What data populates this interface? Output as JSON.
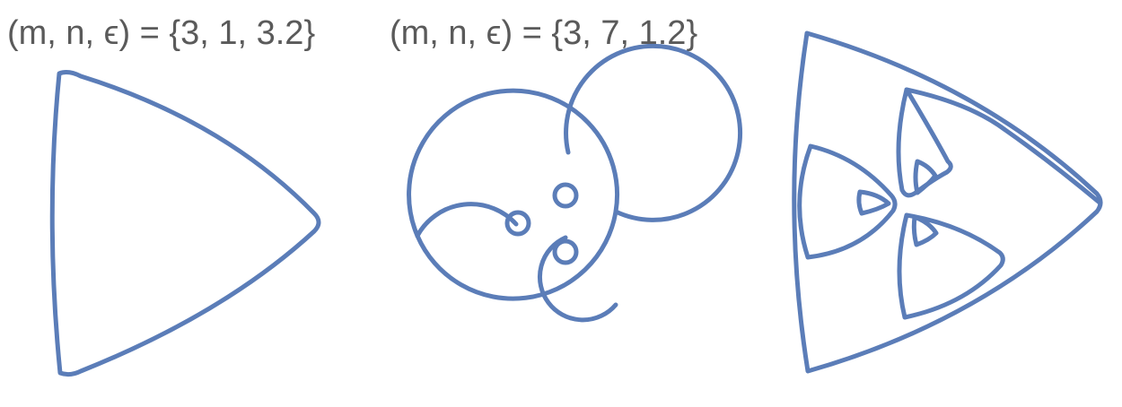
{
  "labels": [
    "(m, n, ϵ) = {3, 1, 3.2}",
    "(m, n, ϵ) = {3, 7, 1.2}"
  ],
  "curve_color": "#5b7db8",
  "curves": [
    {
      "name": "rounded-triangle-curve"
    },
    {
      "name": "three-loop-rose-curve"
    },
    {
      "name": "nested-triangle-curve"
    }
  ]
}
